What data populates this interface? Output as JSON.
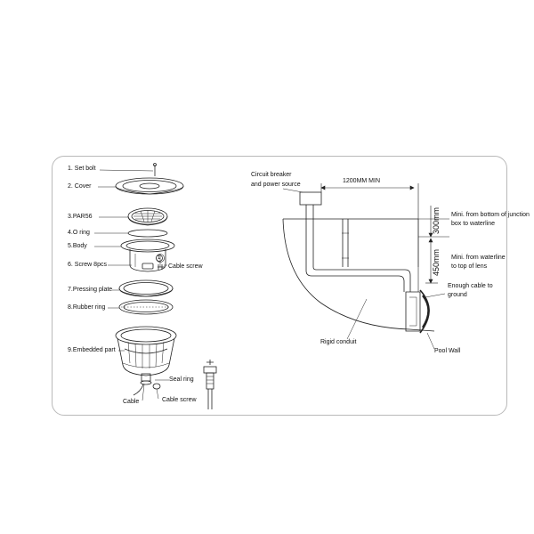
{
  "left_parts": {
    "set_bolt": "1. Set bolt",
    "cover": "2. Cover",
    "par56": "3.PAR56",
    "o_ring": "4.O ring",
    "body": "5.Body",
    "screw": "6. Screw 8pcs",
    "cable_screw": "Cable screw",
    "pressing_plate": "7.Pressing plate",
    "rubber_ring": "8.Rubber ring",
    "embedded_part": "9.Embedded part",
    "seal_ring": "Seal ring",
    "cable": "Cable",
    "cable_screw_bottom": "Cable screw",
    "callout_number": "1"
  },
  "right_install": {
    "circuit_breaker_1": "Circuit breaker",
    "circuit_breaker_2": "and power source",
    "distance_min": "1200MM MIN",
    "dim_300": "300mm",
    "dim_450": "450mm",
    "note_junction_1": "Mini. from bottom of junction",
    "note_junction_2": "box to waterline",
    "note_lens_1": "Mini. from waterline",
    "note_lens_2": "to top of lens",
    "enough_cable_1": "Enough cable to",
    "enough_cable_2": "ground",
    "rigid_conduit": "Rigid conduit",
    "pool_wall": "Pool Wall"
  }
}
